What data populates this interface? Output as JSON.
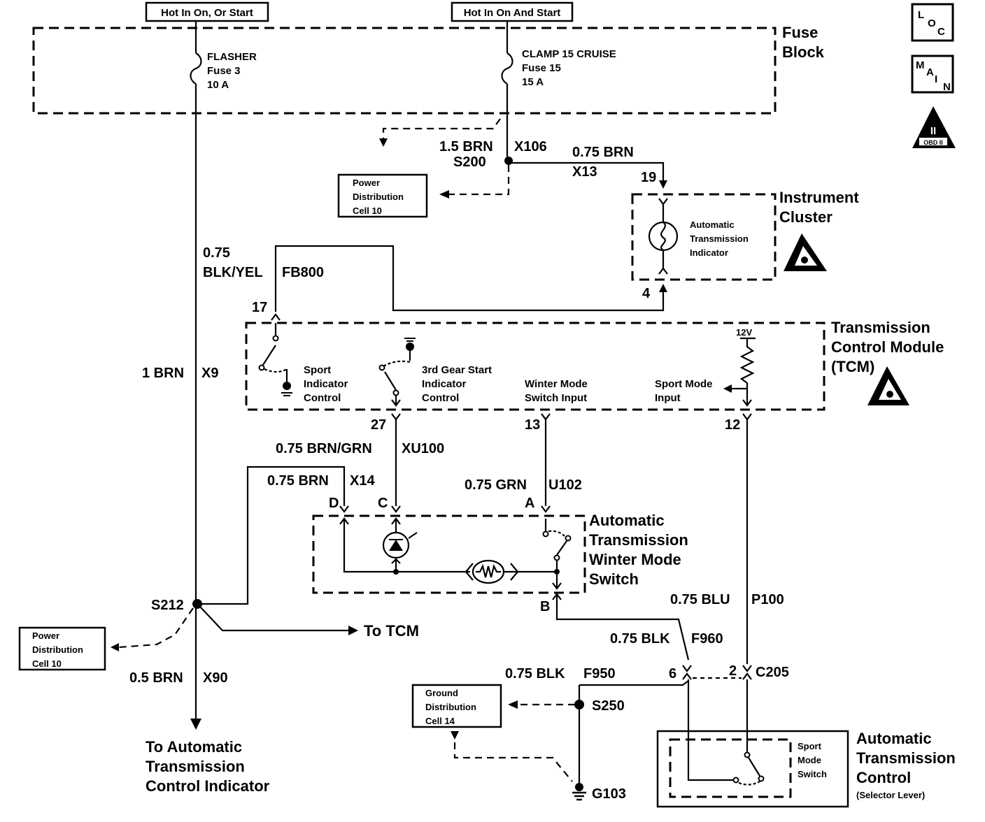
{
  "power_sources": {
    "left": "Hot In On, Or Start",
    "right": "Hot In On And Start"
  },
  "fuse_block": {
    "label_line1": "Fuse",
    "label_line2": "Block",
    "fuse3": {
      "name": "FLASHER",
      "number": "Fuse 3",
      "rating": "10 A"
    },
    "fuse15": {
      "name": "CLAMP 15 CRUISE",
      "number": "Fuse 15",
      "rating": "15 A"
    }
  },
  "icons": {
    "loc": [
      "L",
      "O",
      "C"
    ],
    "main": [
      "M",
      "A",
      "I",
      "N"
    ],
    "obd": [
      "II",
      "OBD II"
    ]
  },
  "wires": {
    "w_1_5_brn": "1.5 BRN",
    "x106": "X106",
    "s200": "S200",
    "w_075_brn_top": "0.75 BRN",
    "x13": "X13",
    "w_075": "0.75",
    "blk_yel": "BLK/YEL",
    "fb800": "FB800",
    "w_1_brn": "1 BRN",
    "x9": "X9",
    "w_brn_grn": "0.75 BRN/GRN",
    "xu100": "XU100",
    "w_075_brn_mid": "0.75 BRN",
    "x14": "X14",
    "w_075_grn": "0.75 GRN",
    "u102": "U102",
    "w_075_blu": "0.75 BLU",
    "p100": "P100",
    "w_075_blk_1": "0.75 BLK",
    "f960": "F960",
    "w_075_blk_2": "0.75 BLK",
    "f950": "F950",
    "s212": "S212",
    "w_05_brn": "0.5 BRN",
    "x90": "X90",
    "s250": "S250",
    "g103": "G103",
    "c205": "C205"
  },
  "pins": {
    "p19": "19",
    "p4": "4",
    "p17": "17",
    "p27": "27",
    "p13": "13",
    "p12": "12",
    "pD": "D",
    "pC": "C",
    "pA": "A",
    "pB": "B",
    "p6": "6",
    "p2": "2"
  },
  "boxes": {
    "pdc_top": [
      "Power",
      "Distribution",
      "Cell 10"
    ],
    "pdc_left": [
      "Power",
      "Distribution",
      "Cell 10"
    ],
    "gdc": [
      "Ground",
      "Distribution",
      "Cell 14"
    ]
  },
  "instrument_cluster": {
    "title": [
      "Instrument",
      "Cluster"
    ],
    "indicator": [
      "Automatic",
      "Transmission",
      "Indicator"
    ]
  },
  "tcm": {
    "title": [
      "Transmission",
      "Control Module",
      "(TCM)"
    ],
    "sport_indicator": [
      "Sport",
      "Indicator",
      "Control"
    ],
    "third_gear": [
      "3rd Gear Start",
      "Indicator",
      "Control"
    ],
    "winter_input": [
      "Winter Mode",
      "Switch Input"
    ],
    "sport_input": [
      "Sport Mode",
      "Input"
    ],
    "v12": "12V"
  },
  "winter_switch": {
    "title": [
      "Automatic",
      "Transmission",
      "Winter Mode",
      "Switch"
    ]
  },
  "selector": {
    "title": [
      "Automatic",
      "Transmission",
      "Control"
    ],
    "subtitle": "(Selector Lever)",
    "sport_switch": [
      "Sport",
      "Mode",
      "Switch"
    ]
  },
  "destinations": {
    "to_tcm": "To TCM",
    "to_indicator": [
      "To Automatic",
      "Transmission",
      "Control Indicator"
    ]
  }
}
